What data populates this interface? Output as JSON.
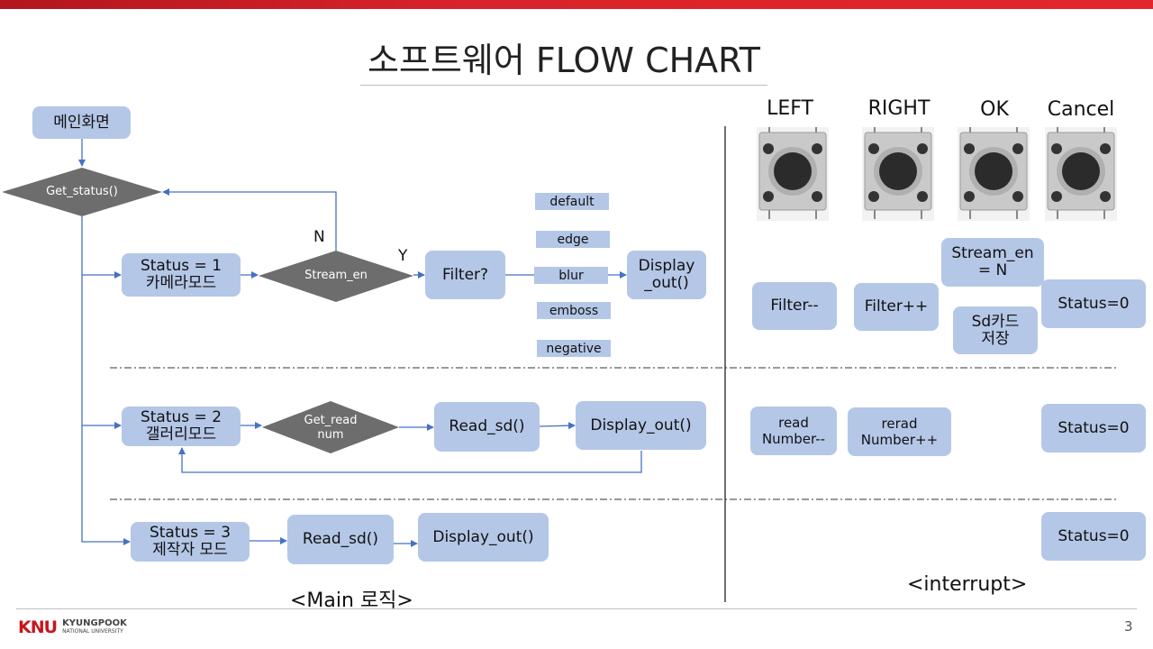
{
  "title": "소프트웨어 FLOW CHART",
  "main_caption": "<Main 로직>",
  "interrupt_caption": "<interrupt>",
  "start_box": "메인화면",
  "decision_get_status": "Get_status()",
  "decision_stream_en": "Stream_en",
  "decision_get_read": "Get_read\nnum",
  "label_n": "N",
  "label_y": "Y",
  "status1": "Status = 1\n카메라모드",
  "status2": "Status = 2\n갤러리모드",
  "status3": "Status = 3\n제작자 모드",
  "filter_box": "Filter?",
  "display_out_row1": "Display\n_out()",
  "filters": [
    "default",
    "edge",
    "blur",
    "emboss",
    "negative"
  ],
  "read_sd_row2": "Read_sd()",
  "display_out_row2": "Display_out()",
  "read_sd_row3": "Read_sd()",
  "display_out_row3": "Display_out()",
  "buttons": [
    "LEFT",
    "RIGHT",
    "OK",
    "Cancel"
  ],
  "interrupt": {
    "row1": {
      "left": "Filter--",
      "right": "Filter++",
      "ok_top": "Stream_en\n= N",
      "ok_bottom": "Sd카드\n저장",
      "cancel": "Status=0"
    },
    "row2": {
      "left": "read\nNumber--",
      "right": "rerad\nNumber++",
      "cancel": "Status=0"
    },
    "row3": {
      "cancel": "Status=0"
    }
  },
  "footer": {
    "logo_mark": "KNU",
    "logo_line1": "KYUNGPOOK",
    "logo_line2": "NATIONAL UNIVERSITY",
    "page_number": "3"
  },
  "colors": {
    "box_fill": "#b4c7e7",
    "diamond_fill": "#6d6d6d",
    "arrow": "#4472c4",
    "top_bar": "#d9222a"
  }
}
